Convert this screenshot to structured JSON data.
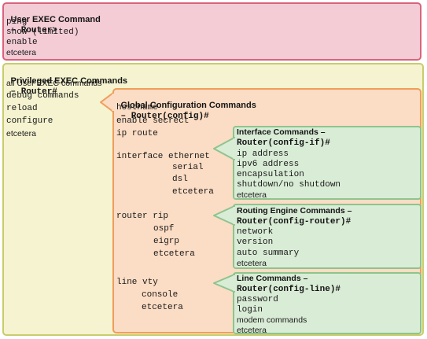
{
  "user_exec": {
    "title": "User EXEC Command",
    "prompt": "– Router>",
    "items": [
      "ping",
      "show (limited)",
      "enable",
      "etcetera"
    ]
  },
  "privileged_exec": {
    "title": "Privileged EXEC Commands",
    "prompt": "– Router#",
    "items": [
      "all User EXEC commands",
      "debug commands",
      "reload",
      "configure",
      "etcetera"
    ]
  },
  "global_config": {
    "title": "Global Configuration Commands",
    "prompt": "– Router(config)#",
    "items": {
      "hostname": "hostname",
      "enable_secret": "enable secrect",
      "ip_route": "ip route",
      "interface": "interface ethernet",
      "interface_subs": [
        "serial",
        "dsl",
        "etcetera"
      ],
      "router": "router rip",
      "router_subs": [
        "ospf",
        "eigrp",
        "etcetera"
      ],
      "line": "line vty",
      "line_subs": [
        "console",
        "etcetera"
      ]
    }
  },
  "interface_cmds": {
    "title": "Interface Commands –",
    "prompt": "Router(config-if)#",
    "items": [
      "ip address",
      "ipv6 address",
      "encapsulation",
      "shutdown/no shutdown",
      "etcetera"
    ]
  },
  "routing_cmds": {
    "title": "Routing Engine Commands –",
    "prompt": "Router(config-router)#",
    "items": [
      "network",
      "version",
      "auto summary",
      "etcetera"
    ]
  },
  "line_cmds": {
    "title": "Line Commands –",
    "prompt": "Router(config-line)#",
    "items": [
      "password",
      "login",
      "modem commands",
      "etcetera"
    ]
  },
  "colors": {
    "user_fill": "#f3ccd6",
    "user_border": "#d9637c",
    "priv_fill": "#f5f3d0",
    "priv_border": "#c8cc6c",
    "global_fill": "#fbdcc4",
    "global_border": "#ef9e5a",
    "sub_fill": "#d9ecd6",
    "sub_border": "#8ec48d"
  }
}
